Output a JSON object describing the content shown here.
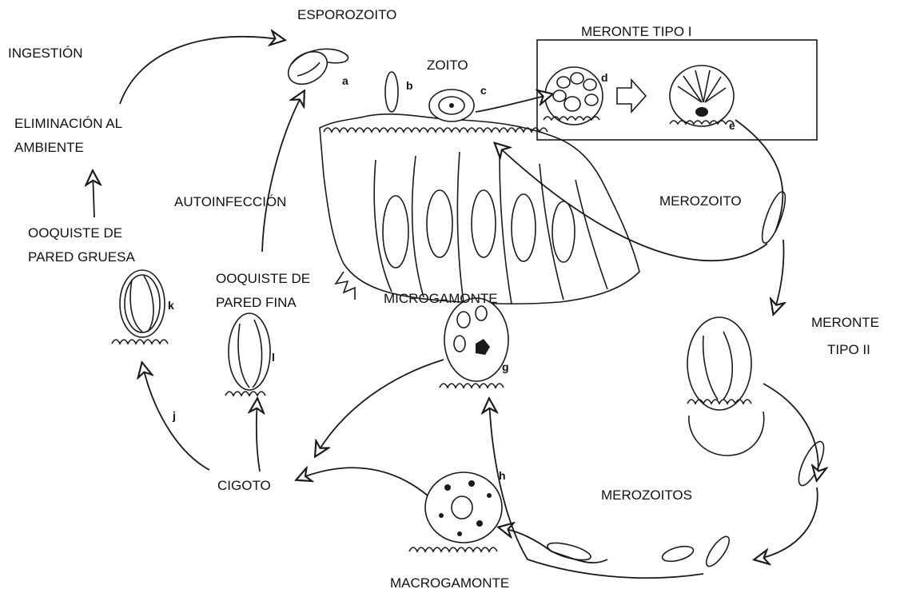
{
  "labels": {
    "esporozoito": "ESPOROZOITO",
    "ingestion": "INGESTIÓN",
    "eliminacion_1": "ELIMINACIÓN AL",
    "eliminacion_2": "AMBIENTE",
    "autoinfeccion": "AUTOINFECCIÓN",
    "ooquiste_gruesa_1": "OOQUISTE DE",
    "ooquiste_gruesa_2": "PARED GRUESA",
    "ooquiste_fina_1": "OOQUISTE DE",
    "ooquiste_fina_2": "PARED FINA",
    "zoito": "ZOITO",
    "meronte_tipo_i": "MERONTE TIPO I",
    "merozoito": "MEROZOITO",
    "microgamonte": "MICROGAMONTE",
    "meronte_tipo_ii_1": "MERONTE",
    "meronte_tipo_ii_2": "TIPO II",
    "cigoto": "CIGOTO",
    "merozoitos": "MEROZOITOS",
    "macrogamonte": "MACROGAMONTE"
  },
  "stage_letters": {
    "a": "a",
    "b": "b",
    "c": "c",
    "d": "d",
    "e": "e",
    "g": "g",
    "h": "h",
    "j": "j",
    "k": "k",
    "l": "l"
  }
}
